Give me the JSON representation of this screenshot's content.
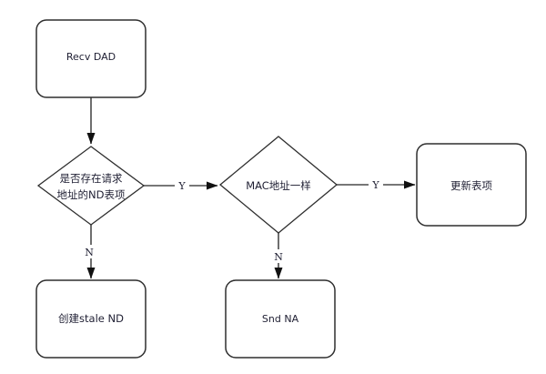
{
  "diagram": {
    "type": "flowchart",
    "colors": {
      "background": "#ffffff",
      "line": "#4a4a4a",
      "border": "#2e2e2e",
      "arrow": "#111111",
      "text": "#1f1f33"
    },
    "nodes": {
      "recv_dad": {
        "label": "Recv DAD",
        "shape": "rounded-rect"
      },
      "nd_entry_check": {
        "label_line1": "是否存在请求",
        "label_line2": "地址的ND表项",
        "shape": "diamond"
      },
      "mac_check": {
        "label": "MAC地址一样",
        "shape": "diamond"
      },
      "update_entry": {
        "label": "更新表项",
        "shape": "rounded-rect"
      },
      "create_stale_nd": {
        "label": "创建stale ND",
        "shape": "rounded-rect"
      },
      "snd_na": {
        "label": "Snd NA",
        "shape": "rounded-rect"
      }
    },
    "edges": {
      "recv_to_check": {
        "from": "recv_dad",
        "to": "nd_entry_check",
        "label": ""
      },
      "check_yes": {
        "from": "nd_entry_check",
        "to": "mac_check",
        "label": "Y"
      },
      "mac_yes": {
        "from": "mac_check",
        "to": "update_entry",
        "label": "Y"
      },
      "check_no": {
        "from": "nd_entry_check",
        "to": "create_stale_nd",
        "label": "N"
      },
      "mac_no": {
        "from": "mac_check",
        "to": "snd_na",
        "label": "N"
      }
    }
  }
}
